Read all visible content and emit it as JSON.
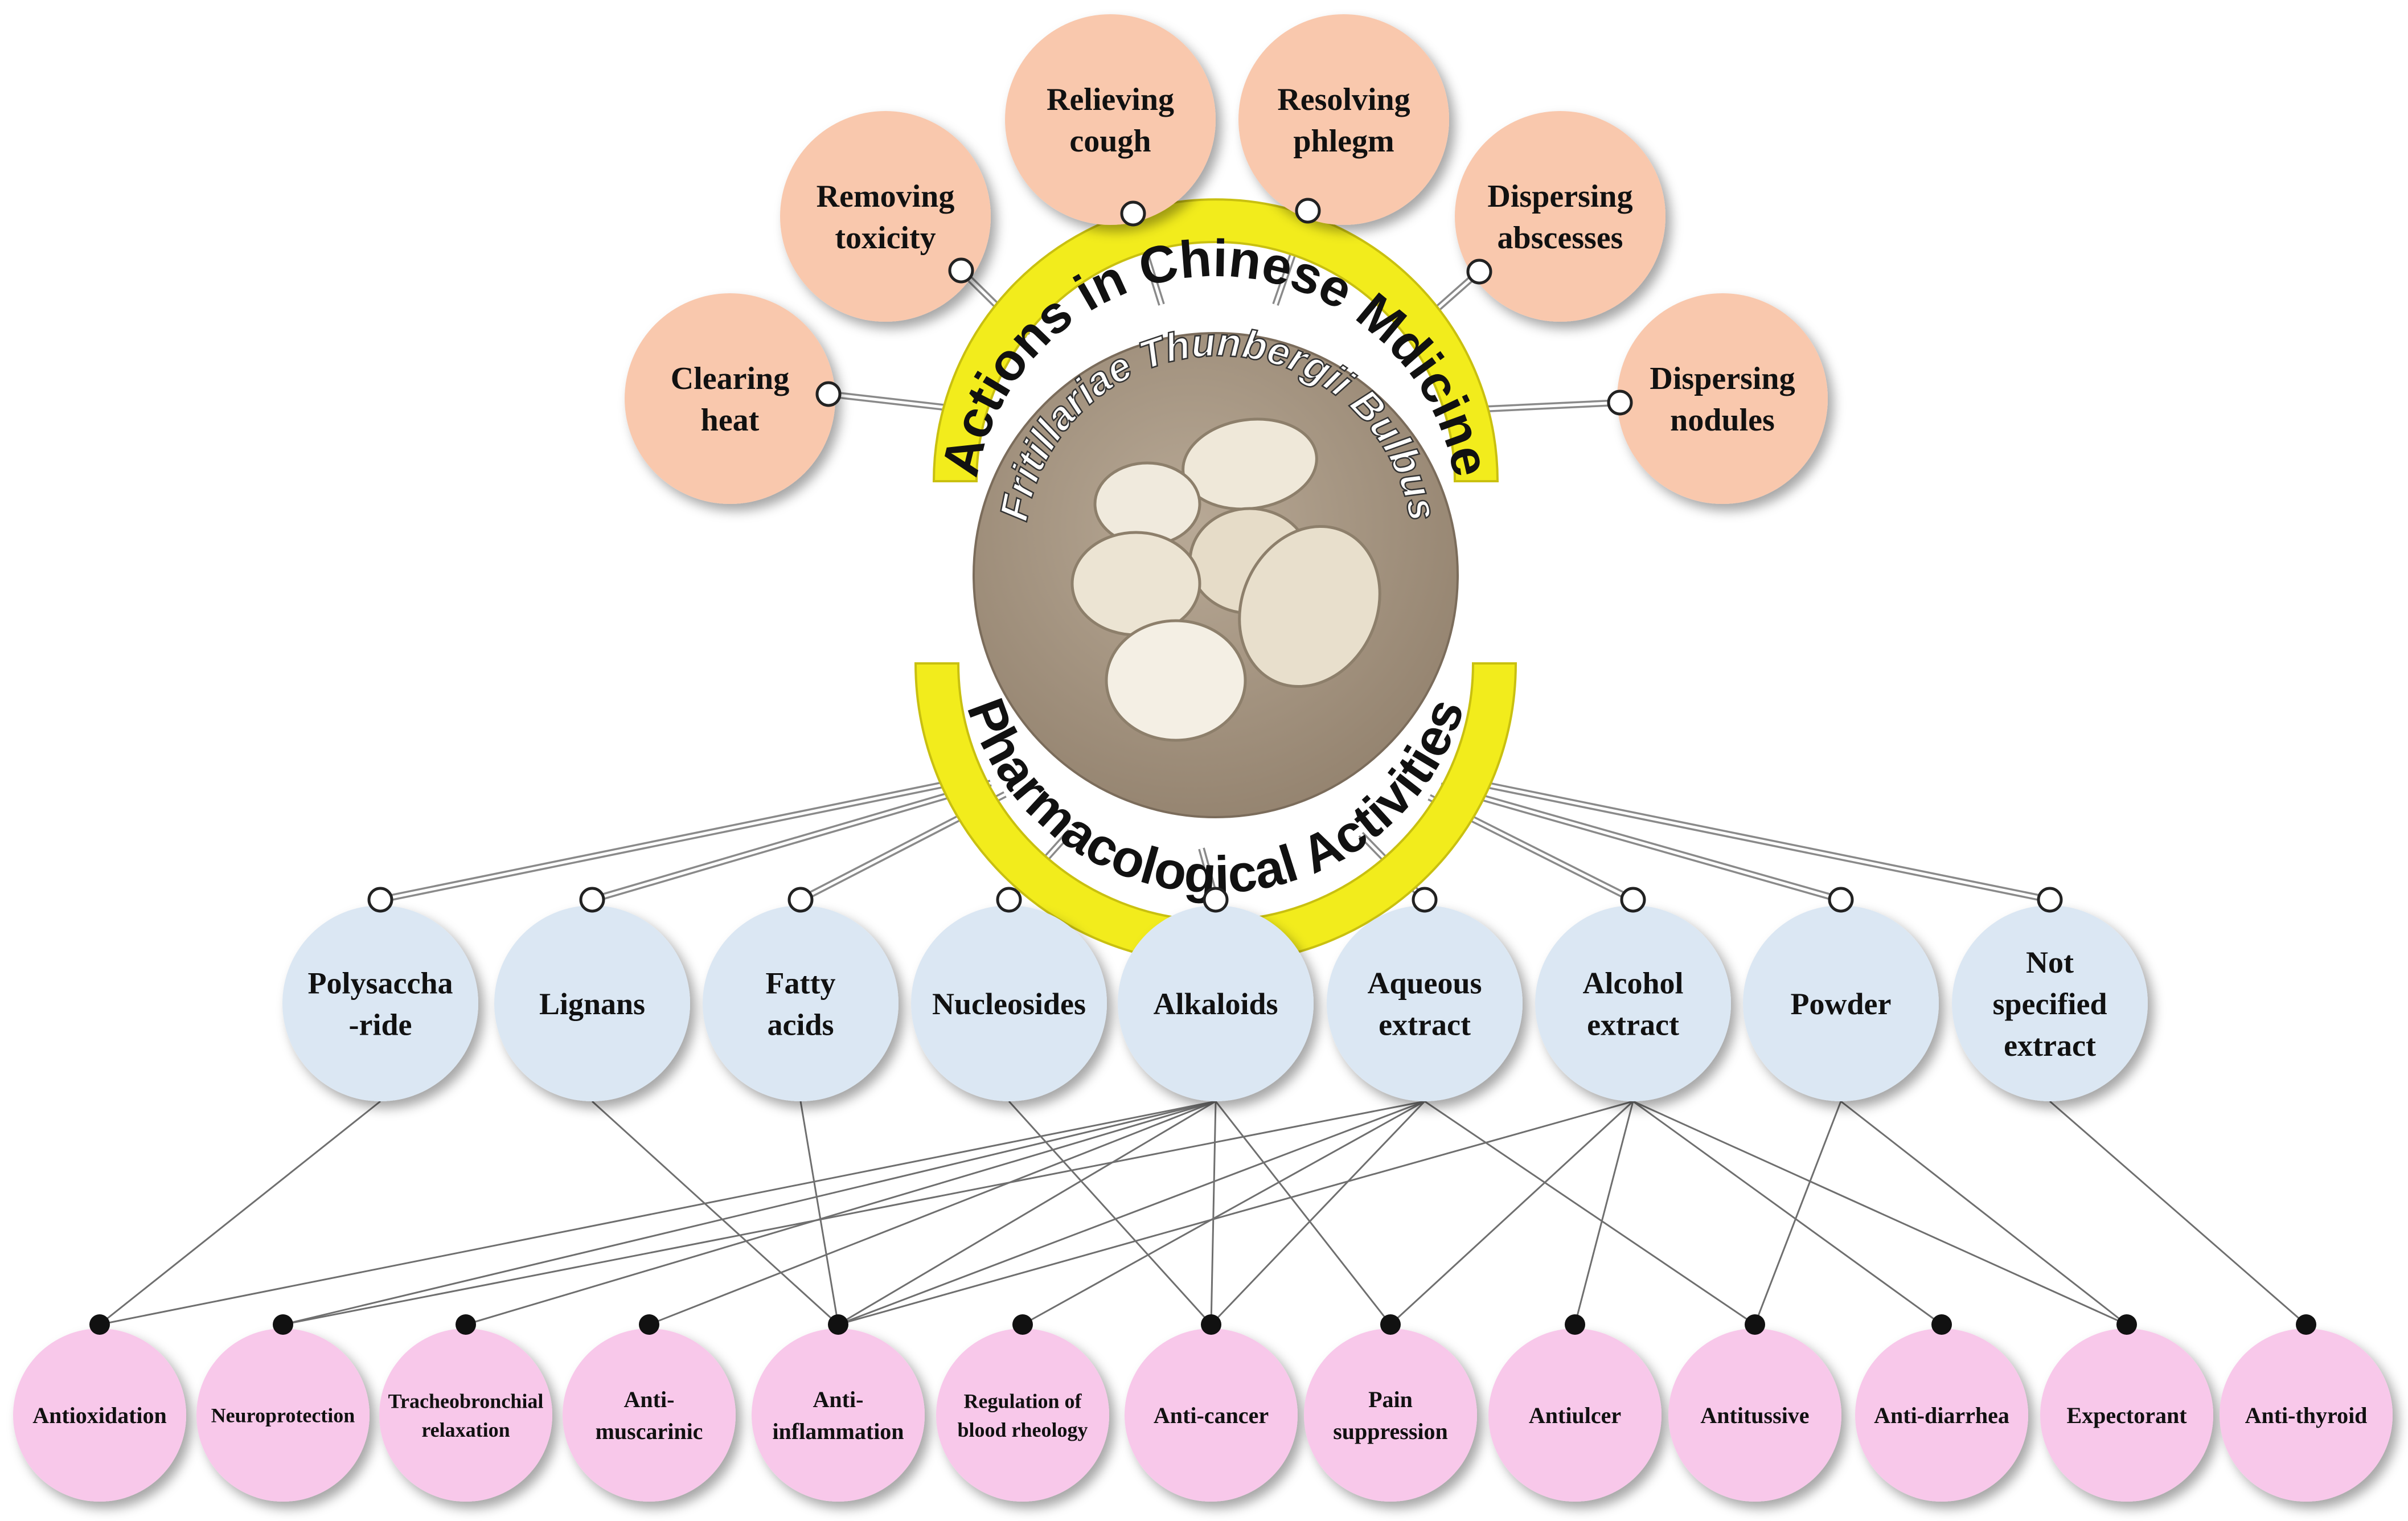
{
  "center": {
    "name": "Fritillariae Thunbergii Bulbus",
    "top_band": "Actions in Chinese Mdicine",
    "bottom_band": "Pharmacological Activities"
  },
  "actions": [
    {
      "id": "clearing-heat",
      "lines": [
        "Clearing",
        "heat"
      ]
    },
    {
      "id": "removing-toxicity",
      "lines": [
        "Removing",
        "toxicity"
      ]
    },
    {
      "id": "relieving-cough",
      "lines": [
        "Relieving",
        "cough"
      ]
    },
    {
      "id": "resolving-phlegm",
      "lines": [
        "Resolving",
        "phlegm"
      ]
    },
    {
      "id": "dispersing-abscesses",
      "lines": [
        "Dispersing",
        "abscesses"
      ]
    },
    {
      "id": "dispersing-nodules",
      "lines": [
        "Dispersing",
        "nodules"
      ]
    }
  ],
  "sources": [
    {
      "id": "polysaccharide",
      "lines": [
        "Polysaccha",
        "-ride"
      ]
    },
    {
      "id": "lignans",
      "lines": [
        "Lignans"
      ]
    },
    {
      "id": "fatty-acids",
      "lines": [
        "Fatty",
        "acids"
      ]
    },
    {
      "id": "nucleosides",
      "lines": [
        "Nucleosides"
      ]
    },
    {
      "id": "alkaloids",
      "lines": [
        "Alkaloids"
      ]
    },
    {
      "id": "aqueous-extract",
      "lines": [
        "Aqueous",
        "extract"
      ]
    },
    {
      "id": "alcohol-extract",
      "lines": [
        "Alcohol",
        "extract"
      ]
    },
    {
      "id": "powder",
      "lines": [
        "Powder"
      ]
    },
    {
      "id": "not-specified-extract",
      "lines": [
        "Not",
        "specified",
        "extract"
      ]
    }
  ],
  "activities": [
    {
      "id": "antioxidation",
      "lines": [
        "Antioxidation"
      ]
    },
    {
      "id": "neuroprotection",
      "lines": [
        "Neuroprotection"
      ]
    },
    {
      "id": "tracheobronchial-relaxation",
      "lines": [
        "Tracheobronchial",
        "relaxation"
      ]
    },
    {
      "id": "anti-muscarinic",
      "lines": [
        "Anti-",
        "muscarinic"
      ]
    },
    {
      "id": "anti-inflammation",
      "lines": [
        "Anti-",
        "inflammation"
      ]
    },
    {
      "id": "regulation-of-blood-rheology",
      "lines": [
        "Regulation of",
        "blood rheology"
      ]
    },
    {
      "id": "anti-cancer",
      "lines": [
        "Anti-cancer"
      ]
    },
    {
      "id": "pain-suppression",
      "lines": [
        "Pain",
        "suppression"
      ]
    },
    {
      "id": "antiulcer",
      "lines": [
        "Antiulcer"
      ]
    },
    {
      "id": "antitussive",
      "lines": [
        "Antitussive"
      ]
    },
    {
      "id": "anti-diarrhea",
      "lines": [
        "Anti-diarrhea"
      ]
    },
    {
      "id": "expectorant",
      "lines": [
        "Expectorant"
      ]
    },
    {
      "id": "anti-thyroid",
      "lines": [
        "Anti-thyroid"
      ]
    }
  ],
  "links": [
    [
      "polysaccharide",
      "antioxidation"
    ],
    [
      "lignans",
      "anti-inflammation"
    ],
    [
      "fatty-acids",
      "anti-inflammation"
    ],
    [
      "nucleosides",
      "anti-cancer"
    ],
    [
      "alkaloids",
      "antioxidation"
    ],
    [
      "alkaloids",
      "neuroprotection"
    ],
    [
      "alkaloids",
      "tracheobronchial-relaxation"
    ],
    [
      "alkaloids",
      "anti-muscarinic"
    ],
    [
      "alkaloids",
      "anti-inflammation"
    ],
    [
      "alkaloids",
      "anti-cancer"
    ],
    [
      "alkaloids",
      "pain-suppression"
    ],
    [
      "aqueous-extract",
      "neuroprotection"
    ],
    [
      "aqueous-extract",
      "anti-inflammation"
    ],
    [
      "aqueous-extract",
      "regulation-of-blood-rheology"
    ],
    [
      "aqueous-extract",
      "anti-cancer"
    ],
    [
      "aqueous-extract",
      "antitussive"
    ],
    [
      "alcohol-extract",
      "anti-inflammation"
    ],
    [
      "alcohol-extract",
      "pain-suppression"
    ],
    [
      "alcohol-extract",
      "antiulcer"
    ],
    [
      "alcohol-extract",
      "anti-diarrhea"
    ],
    [
      "alcohol-extract",
      "expectorant"
    ],
    [
      "powder",
      "antitussive"
    ],
    [
      "powder",
      "expectorant"
    ],
    [
      "not-specified-extract",
      "anti-thyroid"
    ]
  ],
  "colors": {
    "action_fill": "#f9c8ad",
    "source_fill": "#dbe7f3",
    "activity_fill": "#f8c8ea",
    "band_fill": "#f2ec1c",
    "center_fill": "#a89886",
    "connector": "#8a8a8a"
  }
}
